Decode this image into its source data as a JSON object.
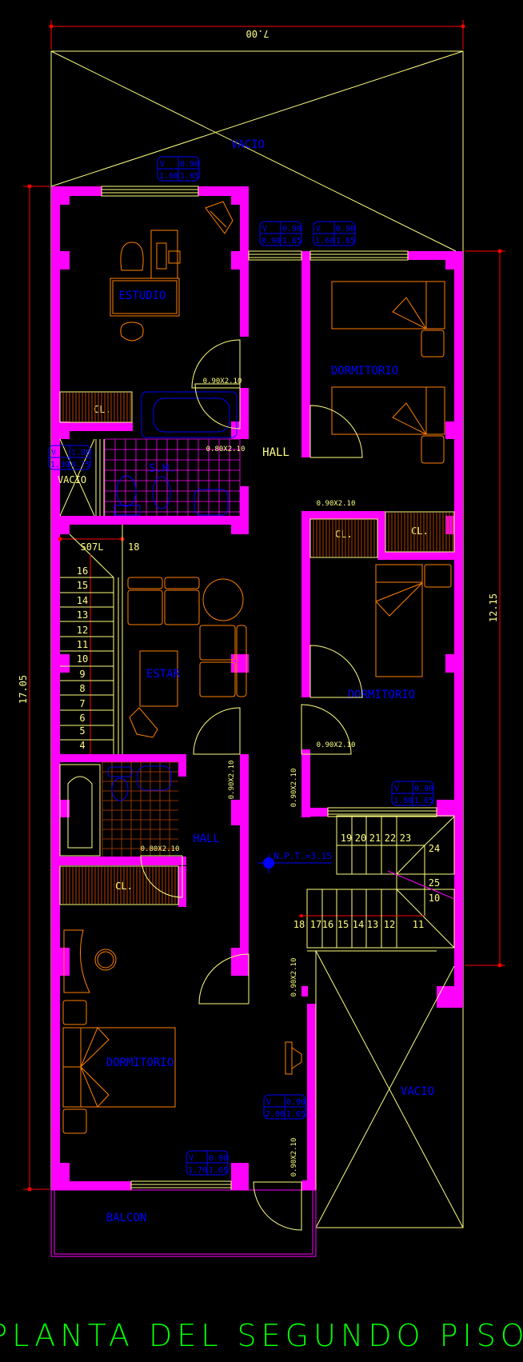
{
  "title": "PLANTA DEL SEGUNDO PISO",
  "dimensions": {
    "width": "7.00",
    "length": "17.05",
    "partial": "12.15",
    "stair_width": "S07L",
    "stair_step": "18"
  },
  "rooms": {
    "vacio_top": "VACIO",
    "estudio": "ESTUDIO",
    "dormitorio_1": "DORMITORIO",
    "hall_1": "HALL",
    "sh": "S.H.",
    "vacio_small": "VACIO",
    "cl_1": "CL.",
    "cl_2": "CL.",
    "cl_3": "CL.",
    "estar": "ESTAR",
    "dormitorio_2": "DORMITORIO",
    "hall_2": "HALL",
    "cl_4": "CL.",
    "dormitorio_3": "DORMITORIO",
    "vacio_bottom": "VACIO",
    "balcon": "BALCON"
  },
  "level": "N.P.T.=3.15",
  "doors": [
    "0.90X2.10",
    "0.80X2.10",
    "0.90X2.10",
    "0.90X2.10",
    "0.80X2.10",
    "0.90X2.10",
    "0.90X2.10",
    "0.90X2.10",
    "0.90X2.10"
  ],
  "windows": [
    {
      "type": "V",
      "code": "0.90",
      "width": "1.60",
      "height": "1.65"
    },
    {
      "type": "V",
      "code": "0.90",
      "width": "0.90",
      "height": "1.65"
    },
    {
      "type": "V",
      "code": "0.90",
      "width": "1.60",
      "height": "1.65"
    },
    {
      "type": "V",
      "code": "1.80",
      "width": "1.30",
      "height": "0.75"
    },
    {
      "type": "V",
      "code": "0.90",
      "width": "1.80",
      "height": "1.65"
    },
    {
      "type": "V",
      "code": "0.90",
      "width": "2.00",
      "height": "1.65"
    },
    {
      "type": "V",
      "code": "0.90",
      "width": "1.70",
      "height": "1.65"
    }
  ],
  "stairs": {
    "left_flight": [
      "16",
      "15",
      "14",
      "13",
      "12",
      "11",
      "10",
      "9",
      "8",
      "7",
      "6",
      "5",
      "4"
    ],
    "right_upper": [
      "19",
      "20",
      "21",
      "22",
      "23"
    ],
    "right_landing": [
      "24",
      "25",
      "10"
    ],
    "right_lower": [
      "18",
      "17",
      "16",
      "15",
      "14",
      "13",
      "12",
      "11"
    ]
  }
}
